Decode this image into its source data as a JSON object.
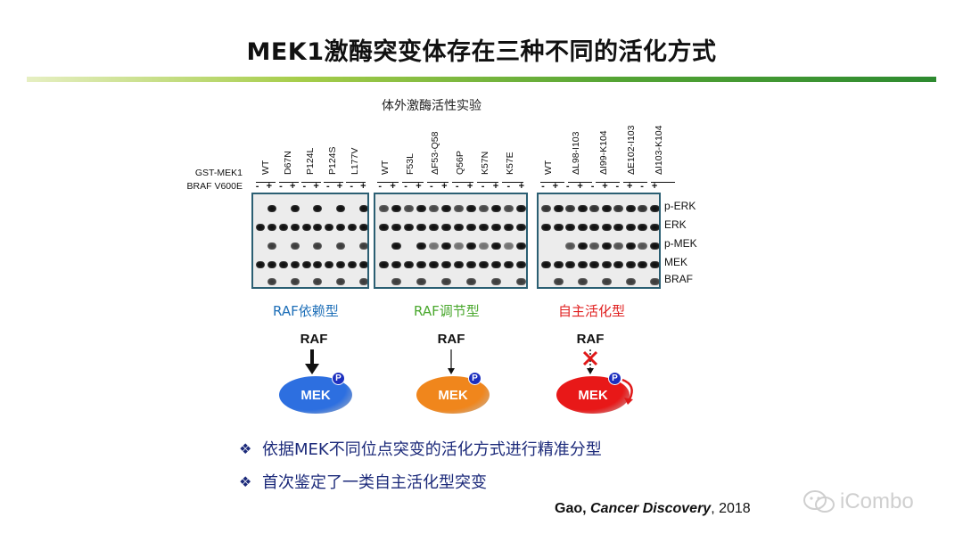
{
  "title": "MEK1激酶突变体存在三种不同的活化方式",
  "assay_title": "体外激酶活性实验",
  "row_labels": {
    "gst": "GST-MEK1",
    "braf": "BRAF V600E"
  },
  "panels": [
    {
      "lanes": [
        "WT",
        "D67N",
        "P124L",
        "P124S",
        "L177V"
      ]
    },
    {
      "lanes": [
        "WT",
        "F53L",
        "ΔF53-Q58",
        "Q56P",
        "K57N",
        "K57E"
      ]
    },
    {
      "lanes": [
        "WT",
        "ΔL98-I103",
        "ΔI99-K104",
        "ΔE102-I103",
        "ΔI103-K104"
      ]
    }
  ],
  "signs": {
    "minus": "-",
    "plus": "+"
  },
  "blot_labels": [
    "p-ERK",
    "ERK",
    "p-MEK",
    "MEK",
    "BRAF"
  ],
  "classes": [
    {
      "label": "RAF依赖型",
      "color": "#1e6fb8"
    },
    {
      "label": "RAF调节型",
      "color": "#4aa82e"
    },
    {
      "label": "自主活化型",
      "color": "#e02020"
    }
  ],
  "diagram": {
    "raf": "RAF",
    "mek": "MEK",
    "p": "P",
    "mek_colors": [
      "#2d6fe0",
      "#f0861c",
      "#e81818"
    ]
  },
  "bullets": [
    "依据MEK不同位点突变的活化方式进行精准分型",
    "首次鉴定了一类自主活化型突变"
  ],
  "bullet_mark": "❖",
  "citation": {
    "author": "Gao,",
    "journal": "Cancer Discovery",
    "year": ", 2018"
  },
  "watermark": "iCombo"
}
